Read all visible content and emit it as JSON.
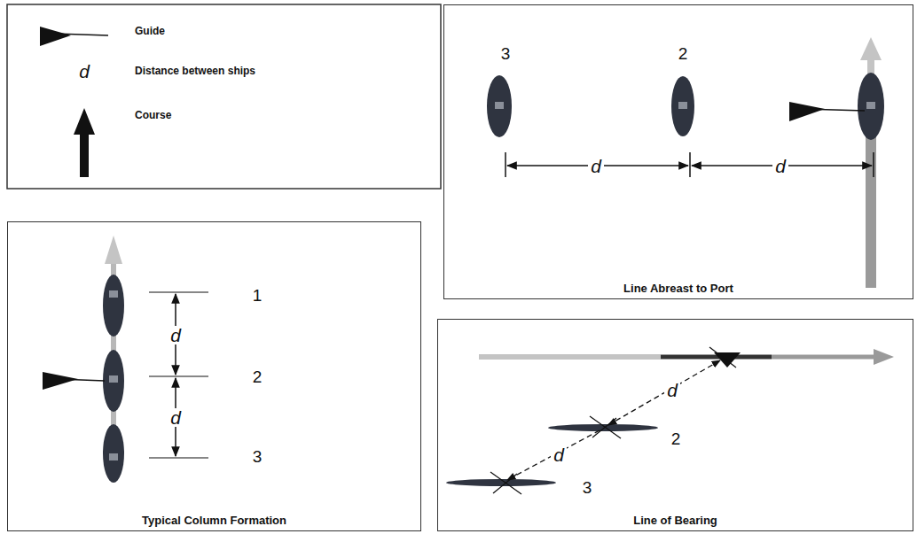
{
  "diagram": {
    "nodes": [
      {
        "text": [
          "Line Abreast to Port"
        ]
      },
      {
        "text": [
          "Typical Column Formation"
        ]
      },
      {
        "text": [
          "Line of Bearing"
        ]
      }
    ],
    "labels": [
      "d",
      "3",
      "2",
      "d",
      "d",
      "1",
      "d",
      "2",
      "d",
      "3",
      "d",
      "2",
      "d",
      "3"
    ],
    "legend": [
      {
        "text": "Guide"
      },
      {
        "text": "Distance between ships"
      },
      {
        "text": "Course"
      }
    ]
  }
}
